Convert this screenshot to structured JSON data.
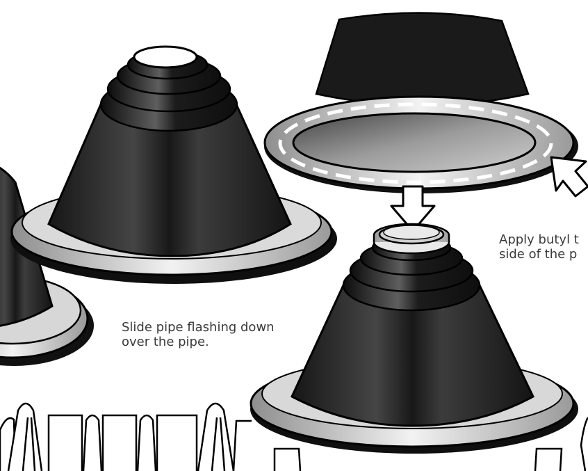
{
  "captions": {
    "slide_line1": "Slide pipe flashing down",
    "slide_line2": "over the pipe.",
    "apply_line1": "Apply butyl t",
    "apply_line2": "side of the p"
  },
  "colors": {
    "boot_body": "#2e2e2e",
    "boot_dark": "#111111",
    "base_flange": "#bdbdbd",
    "outline": "#000000",
    "caption_text": "#3a3a3a",
    "background": "#ffffff"
  },
  "icons": {
    "down_arrow": "down-arrow-icon",
    "pointer_arrow": "pointer-arrow-icon"
  }
}
